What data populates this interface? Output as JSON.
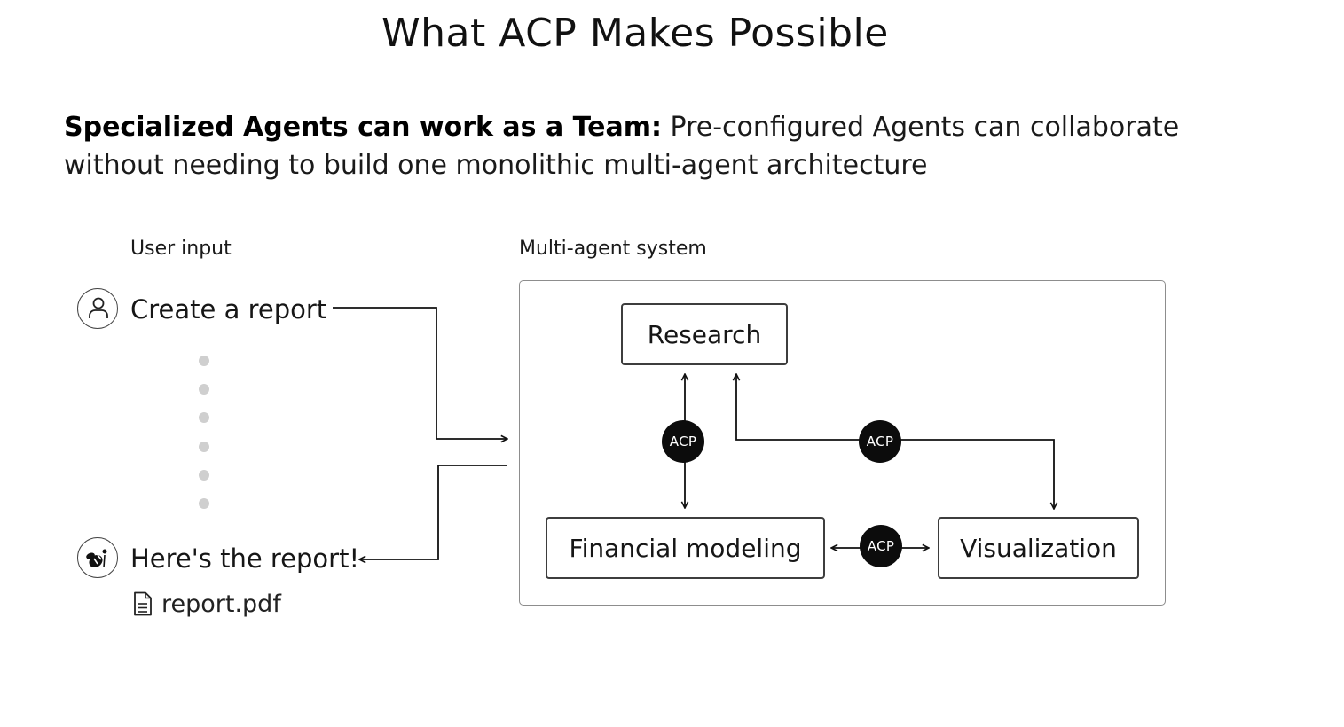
{
  "title": "What ACP Makes Possible",
  "lead": {
    "bold": "Specialized Agents can work as a Team:",
    "text": " Pre-configured Agents can collaborate without needing to build one monolithic multi-agent architecture"
  },
  "diagram": {
    "user_input_label": "User input",
    "system_label": "Multi-agent system",
    "request_message": "Create a report",
    "response_message": "Here's the report!",
    "attachment_name": "report.pdf",
    "agents": {
      "research": "Research",
      "financial": "Financial modeling",
      "visualization": "Visualization"
    },
    "protocol_badge": "ACP",
    "icons": {
      "user": "user-icon",
      "agent": "bee-agent-icon",
      "file": "document-icon"
    },
    "colors": {
      "badge": "#0c0c0c",
      "dots": "#cfcfcf"
    }
  }
}
